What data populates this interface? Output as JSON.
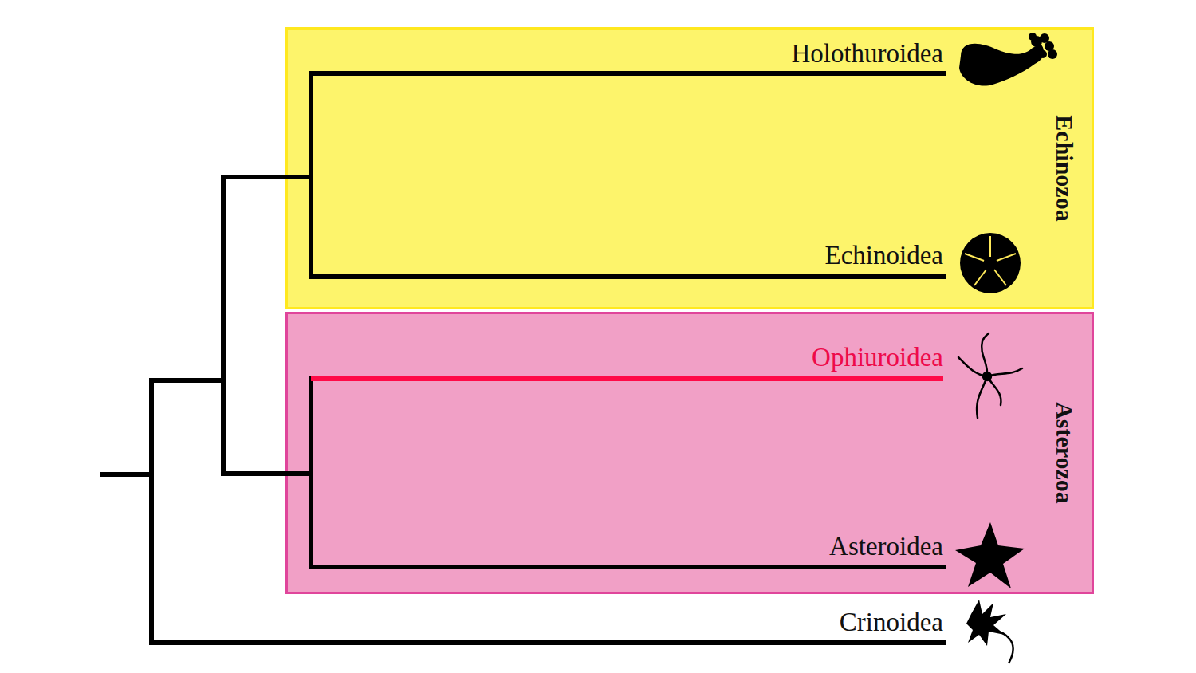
{
  "diagram": {
    "nodes": [
      {
        "text": [
          "Echinozoa"
        ]
      },
      {
        "text": [
          "Asterozoa"
        ]
      }
    ],
    "labels": [
      "Holothuroidea",
      "Echinoidea",
      "Ophiuroidea",
      "Asteroidea",
      "Crinoidea"
    ]
  }
}
